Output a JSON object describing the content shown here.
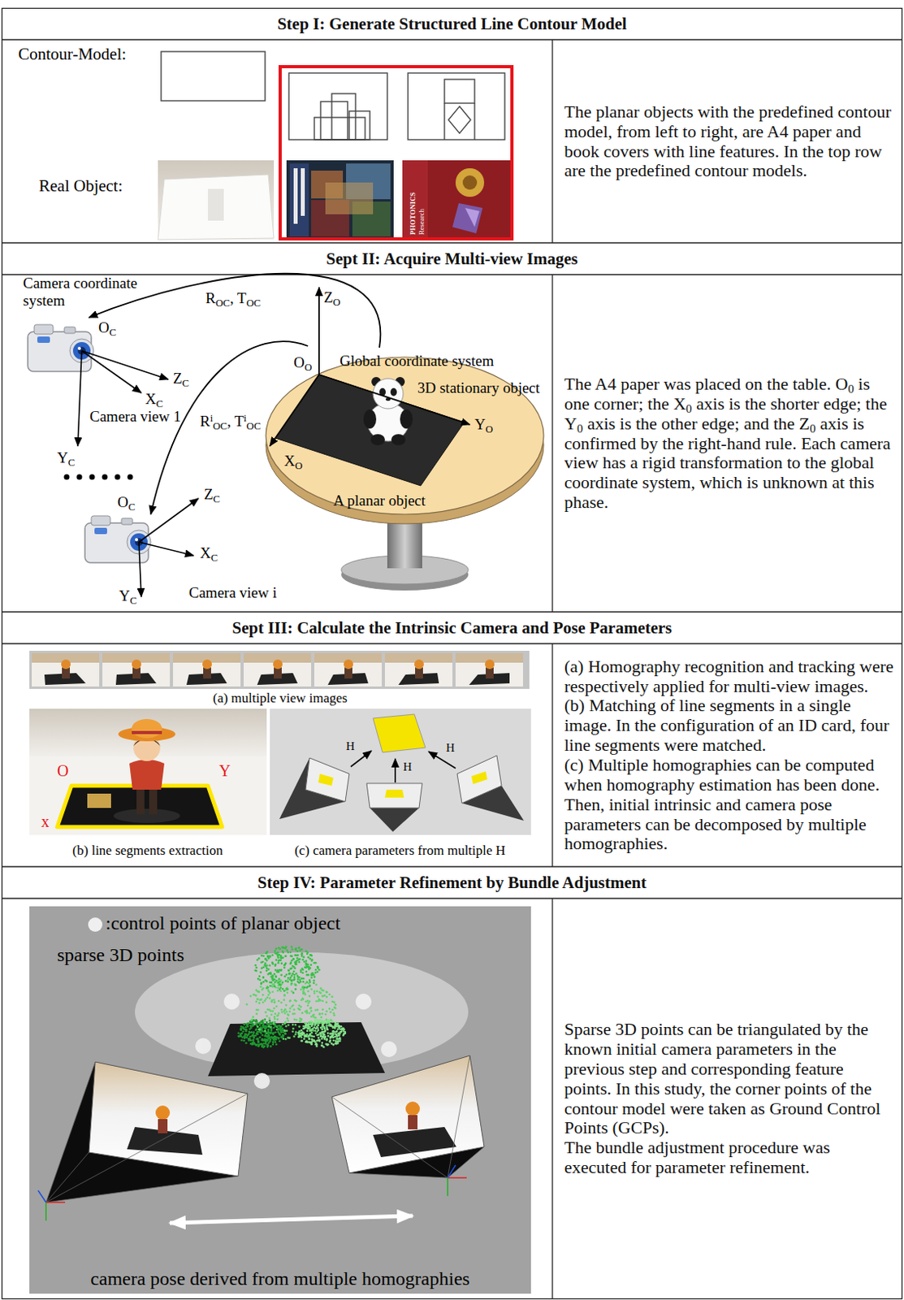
{
  "diagram": {
    "nodes": [
      {
        "text": [
          "Step I: Generate Structured Line Contour Model"
        ]
      },
      {
        "text": [
          "The planar objects with the predefined contour model, from left to right, are A4 paper and book covers with line features. In the top row are the predefined contour models."
        ]
      },
      {
        "text": [
          "Sept II: Acquire Multi-view Images"
        ]
      },
      {
        "text": [
          "The A4 paper was placed on the table. O0 is one corner; the X0 axis is the shorter edge; the Y0 axis is the other edge; and the Z0 axis is confirmed by the right-hand rule. Each camera view has a rigid transformation to the global coordinate system, which is unknown at this phase."
        ]
      },
      {
        "text": [
          "Sept III: Calculate the Intrinsic Camera and Pose Parameters"
        ]
      },
      {
        "text": [
          "(a) Homography recognition and tracking were respectively applied for multi-view images.",
          "(b) Matching of line segments in a single image. In the configuration of an ID card, four line segments were matched.",
          "(c) Multiple homographies can be computed when homography estimation has been done. Then, initial intrinsic and camera pose parameters can be decomposed by multiple homographies."
        ]
      },
      {
        "text": [
          "Step IV: Parameter Refinement by Bundle Adjustment"
        ]
      },
      {
        "text": [
          "Sparse 3D points can be triangulated by the known initial camera parameters in the previous step and corresponding feature points. In this study, the corner points of the contour model were taken as Ground Control Points (GCPs).",
          "The bundle adjustment procedure was executed for parameter refinement."
        ]
      }
    ],
    "labels": [
      "Contour-Model:",
      "Real Object:",
      "PHOTONICS",
      "Research",
      "Camera coordinate system",
      "OC",
      "ZC",
      "XC",
      "YC",
      "Camera view 1",
      "ROC, TOC",
      "ZO",
      "OO",
      "Global coordinate system",
      "3D stationary object",
      "RiOC, TiOC",
      "YO",
      "XO",
      "A planar object",
      "OC",
      "ZC",
      "XC",
      "YC",
      "Camera view i",
      "(a) multiple view images",
      "O",
      "Y",
      "x",
      "H",
      "H",
      "H",
      "(b) line segments extraction",
      "(c) camera parameters from multiple H",
      ":control points of planar object",
      "sparse 3D points",
      "camera pose derived from multiple homographies"
    ]
  }
}
